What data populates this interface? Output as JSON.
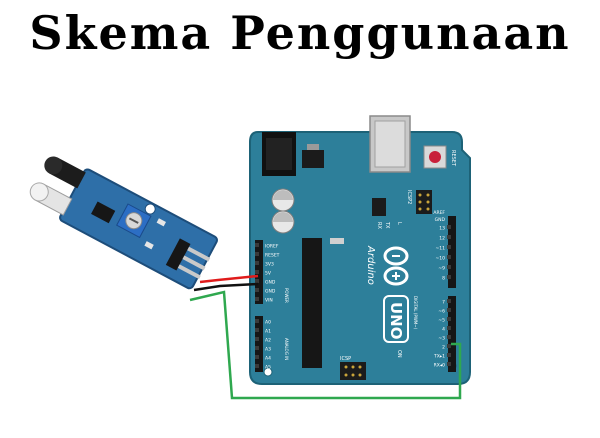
{
  "title": "Skema Penggunaan",
  "board": {
    "brand": "Arduino",
    "model": "UNO",
    "reset_label": "RESET",
    "icsp_label": "ICSP",
    "icsp2_label": "ICSP2",
    "on_label": "ON",
    "aref_label": "AREF",
    "gnd_label": "GND",
    "digital_label": "DIGITAL (PWM~)",
    "power_label": "POWER",
    "analog_label": "ANALOG IN",
    "l_label": "L",
    "tx_label": "TX",
    "rx_label": "RX",
    "power_pins": [
      "IOREF",
      "RESET",
      "3V3",
      "5V",
      "GND",
      "GND",
      "VIN"
    ],
    "analog_pins": [
      "A0",
      "A1",
      "A2",
      "A3",
      "A4",
      "A5"
    ],
    "digital_pins_top": [
      "13",
      "12",
      "~11",
      "~10",
      "~9",
      "8"
    ],
    "digital_pins_bottom": [
      "7",
      "~6",
      "~5",
      "4",
      "~3",
      "2",
      "TX▸1",
      "RX◂0"
    ]
  },
  "colors": {
    "board": "#2d7f9a",
    "board_dark": "#1f6a82",
    "sensor": "#2e6fa8",
    "wire_vcc": "#e01b1b",
    "wire_gnd": "#111111",
    "wire_out": "#2fa84f"
  }
}
